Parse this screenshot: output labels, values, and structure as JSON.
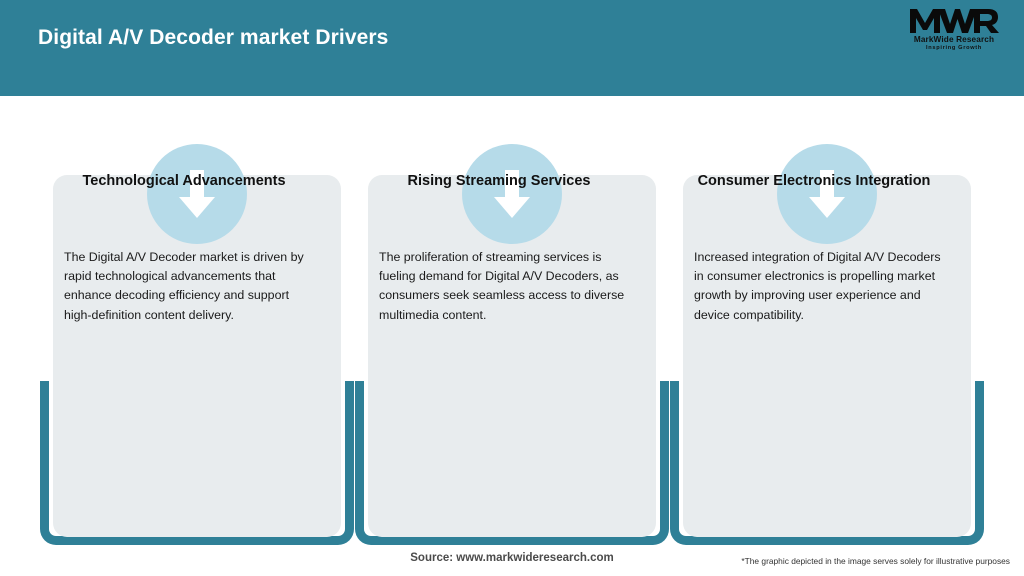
{
  "header": {
    "title": "Digital A/V Decoder market Drivers",
    "bar_color": "#2f8097",
    "logo": {
      "mark": "MWR",
      "name": "MarkWide Research",
      "tagline": "Inspiring Growth"
    }
  },
  "cards": [
    {
      "icon": "down-arrow-icon",
      "title": "Technological Advancements",
      "body": "The Digital A/V Decoder market is driven by rapid technological advancements that enhance decoding efficiency and support high-definition content delivery."
    },
    {
      "icon": "down-arrow-icon",
      "title": "Rising Streaming Services",
      "body": "The proliferation of streaming services is fueling demand for Digital A/V Decoders, as consumers seek seamless access to diverse multimedia content."
    },
    {
      "icon": "down-arrow-icon",
      "title": "Consumer Electronics Integration",
      "body": "Increased integration of Digital A/V Decoders in consumer electronics is propelling market growth by improving user experience and device compatibility."
    }
  ],
  "footer": {
    "source": "Source: www.markwideresearch.com",
    "disclaimer": "*The graphic depicted in the image serves solely for illustrative purposes"
  },
  "colors": {
    "teal": "#2f8097",
    "panel_grey": "#e8ecee",
    "badge_blue": "#b6dbe9",
    "arrow_white": "#ffffff"
  }
}
